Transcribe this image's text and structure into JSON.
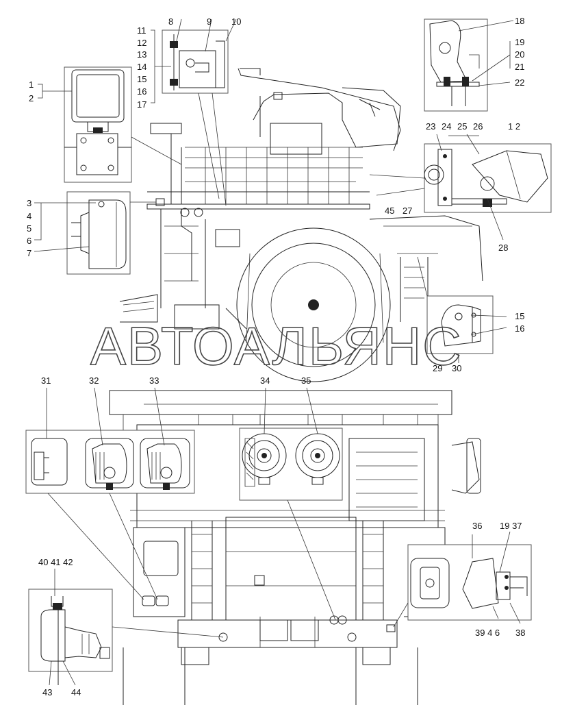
{
  "watermark": "АВТОАЛЬЯНС",
  "labels": {
    "l1a": "1",
    "l2a": "2",
    "l3": "3",
    "l4a": "4",
    "l5": "5",
    "l6a": "6",
    "l7": "7",
    "l8": "8",
    "l9": "9",
    "l10": "10",
    "l11": "11",
    "l12": "12",
    "l13": "13",
    "l14": "14",
    "l15a": "15",
    "l16a": "16",
    "l17": "17",
    "l18": "18",
    "l19a": "19",
    "l20": "20",
    "l21": "21",
    "l22": "22",
    "l23": "23",
    "l24": "24",
    "l25": "25",
    "l26": "26",
    "l12b": "1 2",
    "l45": "45",
    "l27": "27",
    "l28": "28",
    "l15b": "15",
    "l16b": "16",
    "l29": "29",
    "l30": "30",
    "l31": "31",
    "l32": "32",
    "l33": "33",
    "l34": "34",
    "l35": "35",
    "l36": "36",
    "l1937": "19 37",
    "l404142": "40 41 42",
    "l3946": "39 4 6",
    "l38": "38",
    "l43": "43",
    "l44": "44"
  }
}
